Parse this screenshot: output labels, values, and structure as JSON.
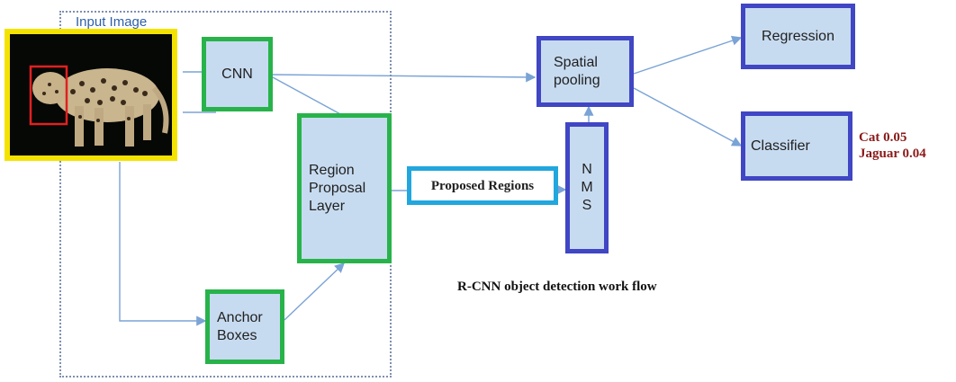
{
  "frame_label": "Input Image",
  "nodes": {
    "cnn": "CNN",
    "region_proposal": [
      "Region",
      "Proposal",
      "Layer"
    ],
    "anchor_boxes": [
      "Anchor",
      "Boxes"
    ],
    "proposed_regions": "Proposed Regions",
    "nms": [
      "N",
      "M",
      "S"
    ],
    "spatial_pooling": [
      "Spatial",
      "pooling"
    ],
    "regression": "Regression",
    "classifier": "Classifier"
  },
  "scores": [
    "Cat 0.05",
    "Jaguar 0.04"
  ],
  "caption": "R-CNN object detection work flow",
  "colors": {
    "stage_border": "#28b34a",
    "head_border": "#4046c4",
    "proposal_border": "#21a7de",
    "input_border": "#f4e300",
    "box_fill": "#c7dbf0",
    "arrow": "#7aa3d6",
    "score_text": "#8b1a1a",
    "bbox": "#e02020"
  },
  "icons": {
    "input": "jaguar-photo",
    "detection": "bounding-box"
  }
}
